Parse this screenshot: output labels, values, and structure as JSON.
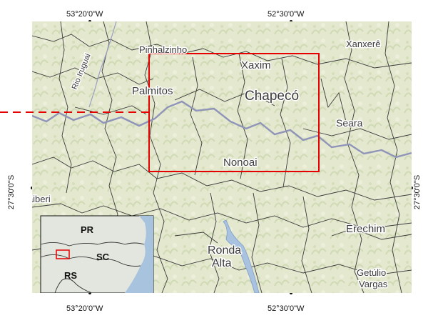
{
  "coordinates": {
    "top_left": "53°20'0\"W",
    "top_right": "52°30'0\"W",
    "bottom_left": "53°20'0\"W",
    "bottom_right": "52°30'0\"W",
    "left": "27°30'0\"S",
    "right": "27°30'0\"S"
  },
  "places": {
    "pinhalzinho": "Pinhalzinho",
    "xanxere": "Xanxerê",
    "xaxim": "Xaxim",
    "palmitos": "Palmitos",
    "chapeco": "Chapecó",
    "seara": "Seara",
    "nonoai": "Nonoai",
    "iraiberi": "Iraiberi",
    "erechim": "Erechim",
    "ronda_alta_1": "Ronda",
    "ronda_alta_2": "Alta",
    "getulio_1": "Getúlio",
    "getulio_2": "Vargas",
    "rio": "Rio Iruguai"
  },
  "inset": {
    "pr": "PR",
    "sc": "SC",
    "rs": "RS"
  },
  "colors": {
    "study_area": "#e60000",
    "river": "#8f94b8",
    "border": "#3a3a3a",
    "land": "#dfe6c8"
  }
}
